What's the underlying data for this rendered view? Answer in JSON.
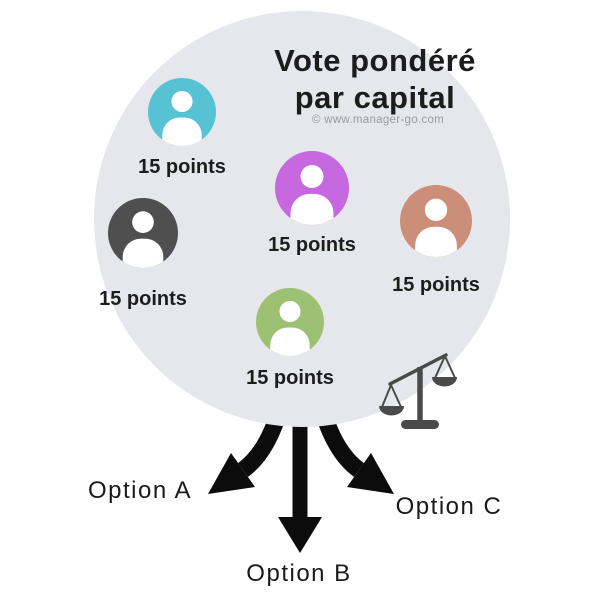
{
  "title": {
    "line1": "Vote pondéré",
    "line2": "par capital"
  },
  "credit": "© www.manager-go.com",
  "voters": [
    {
      "id": "voter-teal",
      "color": "#56c2d3",
      "points": "15 points"
    },
    {
      "id": "voter-purple",
      "color": "#c668e0",
      "points": "15 points"
    },
    {
      "id": "voter-gray",
      "color": "#4f4f4f",
      "points": "15 points"
    },
    {
      "id": "voter-salmon",
      "color": "#cb8e78",
      "points": "15 points"
    },
    {
      "id": "voter-green",
      "color": "#9dc173",
      "points": "15 points"
    }
  ],
  "options": {
    "a": "Option A",
    "b": "Option B",
    "c": "Option C"
  },
  "colors": {
    "circle_bg": "#e5e7ec",
    "arrow": "#0c0c0c",
    "scale_icon": "#4a4a4a",
    "text": "#1c1c1c",
    "credit_text": "#9b9b9b"
  },
  "icons": {
    "voter": "person-icon",
    "scale": "balance-scale-icon",
    "arrow_left": "curved-arrow-down-left-icon",
    "arrow_center": "arrow-down-icon",
    "arrow_right": "curved-arrow-down-right-icon"
  }
}
